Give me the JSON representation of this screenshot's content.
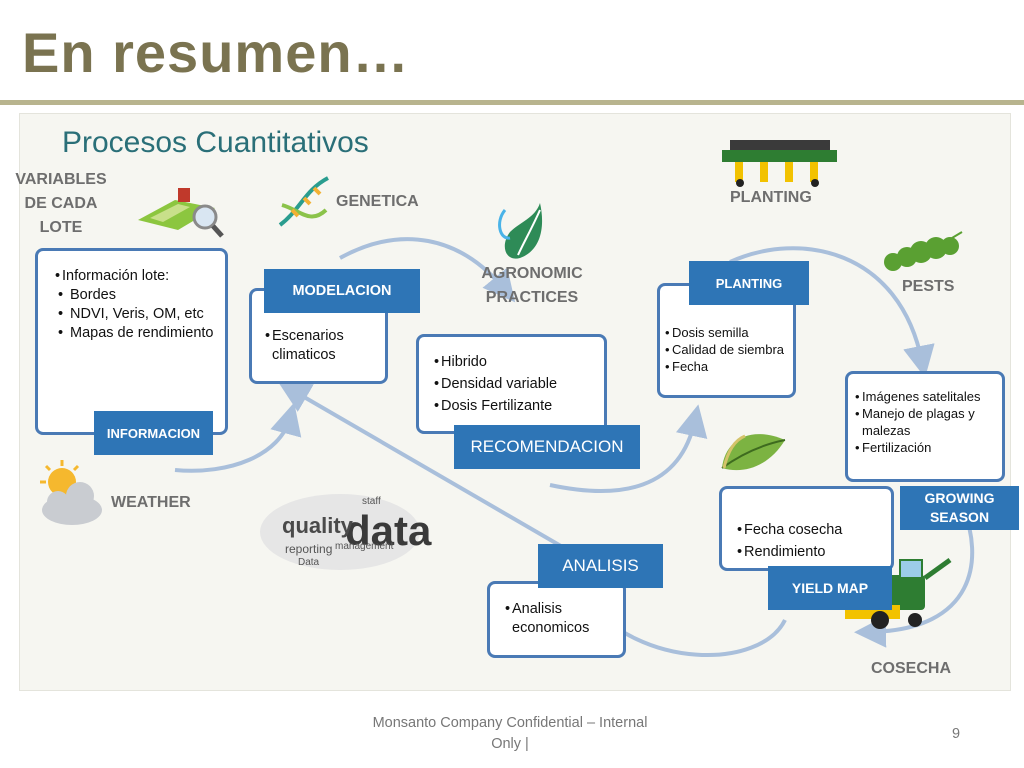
{
  "title": "En resumen…",
  "subtitle": "Procesos Cuantitativos",
  "labels": {
    "variables": [
      "VARIABLES",
      "DE CADA",
      "LOTE"
    ],
    "genetica": "GENETICA",
    "agronomic": [
      "AGRONOMIC",
      "PRACTICES"
    ],
    "planting": "PLANTING",
    "pests": "PESTS",
    "weather": "WEATHER",
    "cosecha": "COSECHA"
  },
  "informacion": {
    "tag": "INFORMACION",
    "item": "Información lote:",
    "subitems": [
      "Bordes",
      "NDVI, Veris, OM, etc",
      "Mapas de rendimiento"
    ]
  },
  "modelacion": {
    "tag": "MODELACION",
    "items": [
      "Escenarios climaticos"
    ]
  },
  "recomendacion": {
    "tag": "RECOMENDACION",
    "items": [
      "Hibrido",
      "Densidad variable",
      "Dosis Fertilizante"
    ]
  },
  "planting_box": {
    "tag": "PLANTING",
    "items": [
      "Dosis semilla",
      "Calidad de siembra",
      "Fecha"
    ]
  },
  "growing": {
    "tag": "GROWING SEASON",
    "items": [
      "Imágenes satelitales",
      "Manejo de plagas y malezas",
      "Fertilización"
    ]
  },
  "yield": {
    "tag": "YIELD MAP",
    "items": [
      "Fecha cosecha",
      "Rendimiento"
    ]
  },
  "analisis": {
    "tag": "ANALISIS",
    "items": [
      "Analisis economicos"
    ]
  },
  "wordcloud": {
    "main": "data",
    "secondary": [
      "quality",
      "reporting",
      "management",
      "staff",
      "Data"
    ]
  },
  "footer": {
    "line1": "Monsanto Company Confidential – Internal",
    "line2": "Only   |"
  },
  "page_number": "9",
  "colors": {
    "title": "#7a7350",
    "subtitle": "#2a6f78",
    "box_border": "#4a7ab5",
    "tag_bg": "#2e75b6",
    "arrow": "#a9bfdb",
    "label": "#6e6e6e"
  }
}
